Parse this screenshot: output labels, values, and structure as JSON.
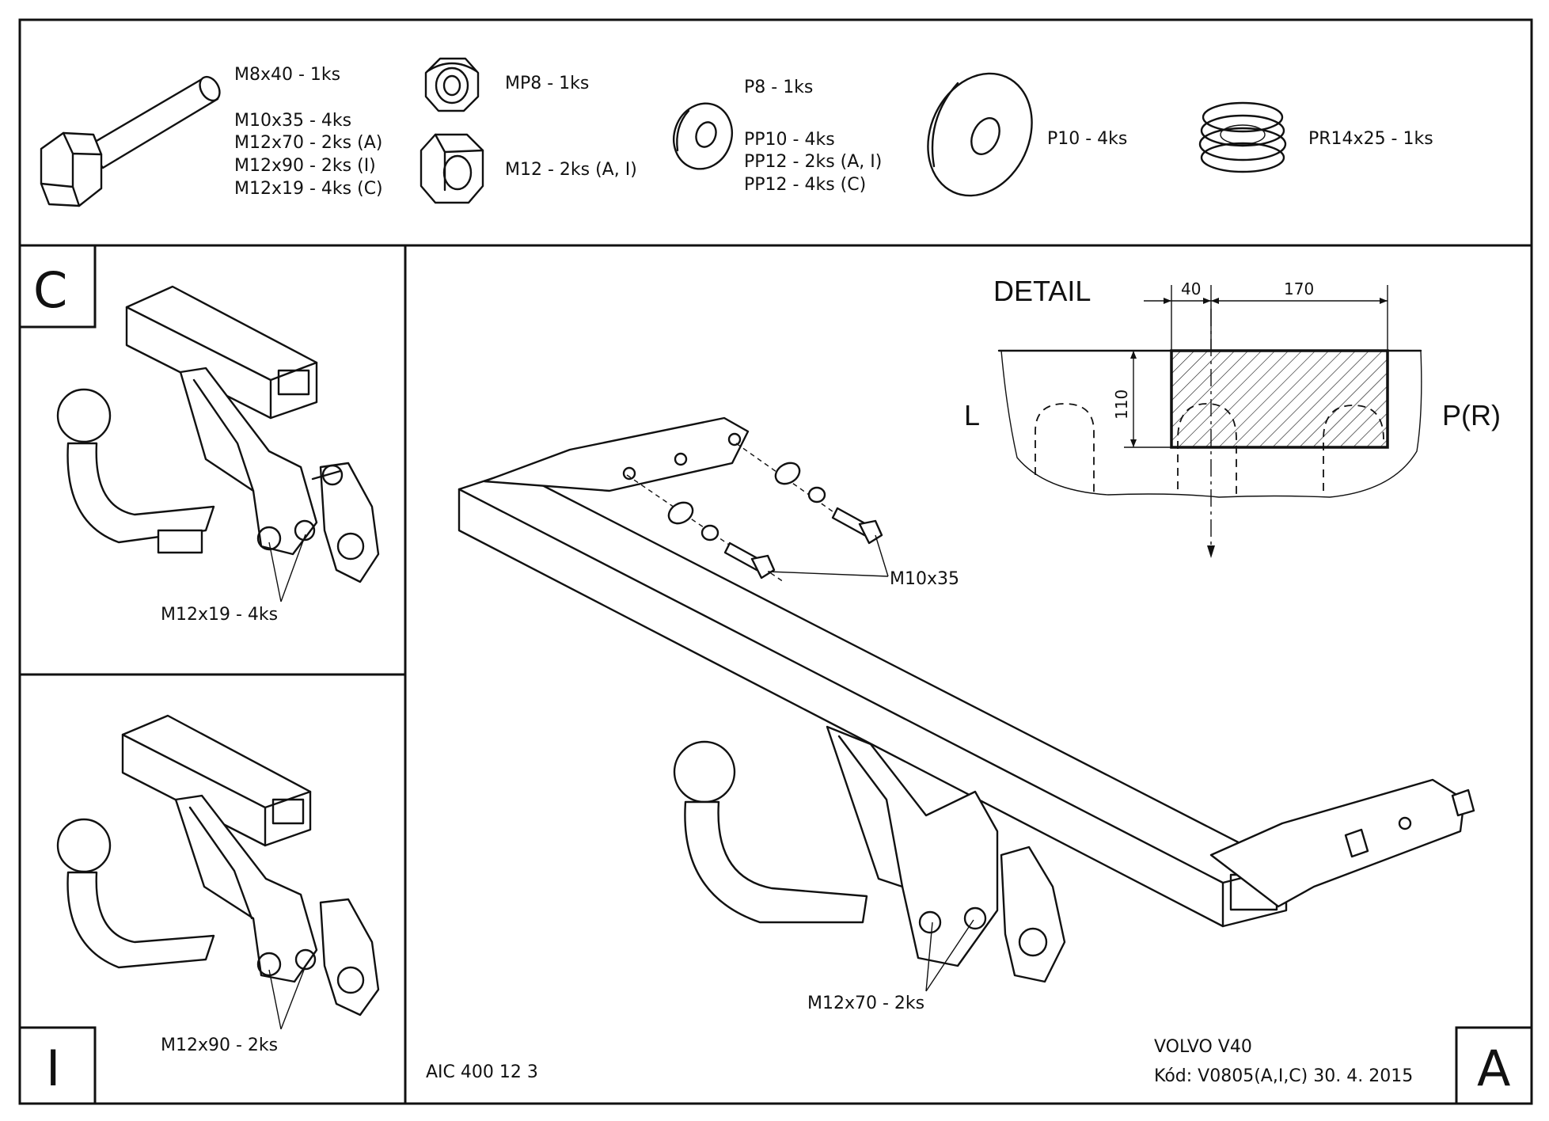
{
  "parts": {
    "bolts": {
      "m8x40": "M8x40 - 1ks",
      "m10x35": "M10x35 - 4ks",
      "m12x70": "M12x70 - 2ks (A)",
      "m12x90": "M12x90 - 2ks (I)",
      "m12x19": "M12x19 - 4ks (C)"
    },
    "nuts": {
      "mp8": "MP8 - 1ks",
      "m12": "M12 - 2ks (A, I)"
    },
    "washers": {
      "p8": "P8 - 1ks",
      "pp10": "PP10 - 4ks",
      "pp12_ai": "PP12 - 2ks (A, I)",
      "pp12_c": "PP12 - 4ks (C)"
    },
    "large_washer": {
      "p10": "P10 - 4ks"
    },
    "spring": {
      "pr14x25": "PR14x25 - 1ks"
    }
  },
  "panels": {
    "c": {
      "letter": "C",
      "callout": "M12x19 - 4ks"
    },
    "i": {
      "letter": "I",
      "callout": "M12x90 - 2ks"
    },
    "a": {
      "letter": "A",
      "callout": "M12x70 - 2ks",
      "bolt_callout": "M10x35"
    }
  },
  "detail": {
    "title": "DETAIL",
    "left": "L",
    "right": "P(R)",
    "dim_40": "40",
    "dim_170": "170",
    "dim_110": "110"
  },
  "footer": {
    "code": "AIC 400 12 3",
    "vehicle": "VOLVO V40",
    "kod": "Kód: V0805(A,I,C)  30. 4. 2015"
  }
}
